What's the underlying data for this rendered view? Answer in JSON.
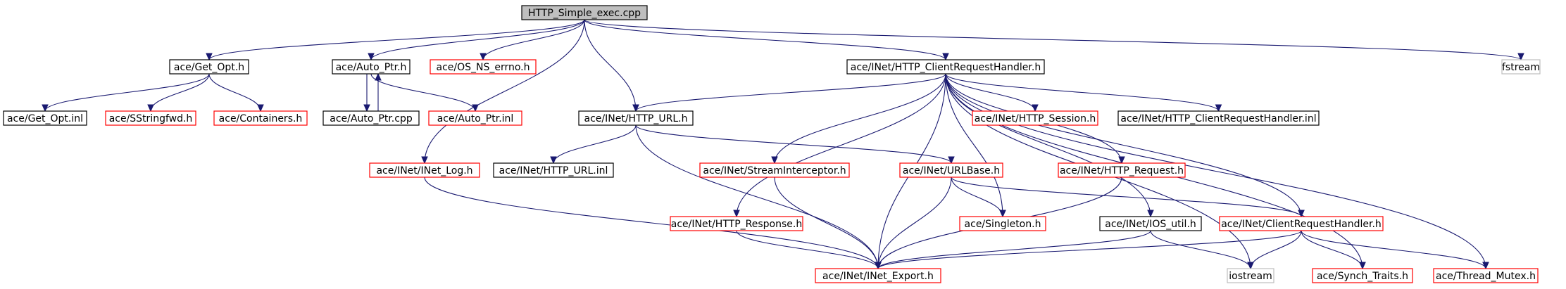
{
  "graph": {
    "colors": {
      "edge": "#191970",
      "border_default": "#000000",
      "border_missing": "#ff0000",
      "border_system": "#bfbfbf",
      "root_fill": "#bfbfbf",
      "node_fill": "#ffffff"
    },
    "nodes": [
      {
        "id": "root",
        "label": "HTTP_Simple_exec.cpp",
        "kind": "root"
      },
      {
        "id": "getopt_h",
        "label": "ace/Get_Opt.h",
        "kind": "normal"
      },
      {
        "id": "autoptr_h",
        "label": "ace/Auto_Ptr.h",
        "kind": "normal"
      },
      {
        "id": "os_ns_errno",
        "label": "ace/OS_NS_errno.h",
        "kind": "missing"
      },
      {
        "id": "crh_h",
        "label": "ace/INet/HTTP_ClientRequestHandler.h",
        "kind": "normal"
      },
      {
        "id": "fstream",
        "label": "fstream",
        "kind": "system"
      },
      {
        "id": "getopt_inl",
        "label": "ace/Get_Opt.inl",
        "kind": "normal"
      },
      {
        "id": "sstringfwd",
        "label": "ace/SStringfwd.h",
        "kind": "missing"
      },
      {
        "id": "containers",
        "label": "ace/Containers.h",
        "kind": "missing"
      },
      {
        "id": "autoptr_cpp",
        "label": "ace/Auto_Ptr.cpp",
        "kind": "normal"
      },
      {
        "id": "autoptr_inl",
        "label": "ace/Auto_Ptr.inl",
        "kind": "missing"
      },
      {
        "id": "http_url_h",
        "label": "ace/INet/HTTP_URL.h",
        "kind": "normal"
      },
      {
        "id": "http_session",
        "label": "ace/INet/HTTP_Session.h",
        "kind": "missing"
      },
      {
        "id": "crh_inl",
        "label": "ace/INet/HTTP_ClientRequestHandler.inl",
        "kind": "normal"
      },
      {
        "id": "inet_log",
        "label": "ace/INet/INet_Log.h",
        "kind": "missing"
      },
      {
        "id": "http_url_inl",
        "label": "ace/INet/HTTP_URL.inl",
        "kind": "normal"
      },
      {
        "id": "stream_int",
        "label": "ace/INet/StreamInterceptor.h",
        "kind": "missing"
      },
      {
        "id": "urlbase",
        "label": "ace/INet/URLBase.h",
        "kind": "missing"
      },
      {
        "id": "http_request",
        "label": "ace/INet/HTTP_Request.h",
        "kind": "missing"
      },
      {
        "id": "http_response",
        "label": "ace/INet/HTTP_Response.h",
        "kind": "missing"
      },
      {
        "id": "singleton",
        "label": "ace/Singleton.h",
        "kind": "missing"
      },
      {
        "id": "ios_util",
        "label": "ace/INet/IOS_util.h",
        "kind": "normal"
      },
      {
        "id": "client_rh",
        "label": "ace/INet/ClientRequestHandler.h",
        "kind": "missing"
      },
      {
        "id": "inet_export",
        "label": "ace/INet/INet_Export.h",
        "kind": "missing"
      },
      {
        "id": "iostream",
        "label": "iostream",
        "kind": "system"
      },
      {
        "id": "synch_traits",
        "label": "ace/Synch_Traits.h",
        "kind": "missing"
      },
      {
        "id": "thread_mutex",
        "label": "ace/Thread_Mutex.h",
        "kind": "missing"
      }
    ],
    "edges": [
      [
        "root",
        "getopt_h"
      ],
      [
        "root",
        "autoptr_h"
      ],
      [
        "root",
        "os_ns_errno"
      ],
      [
        "root",
        "crh_h"
      ],
      [
        "root",
        "fstream"
      ],
      [
        "root",
        "http_url_h"
      ],
      [
        "root",
        "inet_log"
      ],
      [
        "getopt_h",
        "getopt_inl"
      ],
      [
        "getopt_h",
        "sstringfwd"
      ],
      [
        "getopt_h",
        "containers"
      ],
      [
        "autoptr_h",
        "autoptr_cpp"
      ],
      [
        "autoptr_cpp",
        "autoptr_h"
      ],
      [
        "autoptr_h",
        "autoptr_inl"
      ],
      [
        "crh_h",
        "http_url_h"
      ],
      [
        "crh_h",
        "http_session"
      ],
      [
        "crh_h",
        "crh_inl"
      ],
      [
        "crh_h",
        "stream_int"
      ],
      [
        "crh_h",
        "http_request"
      ],
      [
        "crh_h",
        "http_response"
      ],
      [
        "crh_h",
        "singleton"
      ],
      [
        "crh_h",
        "ios_util"
      ],
      [
        "crh_h",
        "client_rh"
      ],
      [
        "crh_h",
        "inet_export"
      ],
      [
        "crh_h",
        "iostream"
      ],
      [
        "crh_h",
        "synch_traits"
      ],
      [
        "crh_h",
        "thread_mutex"
      ],
      [
        "http_url_h",
        "http_url_inl"
      ],
      [
        "http_url_h",
        "urlbase"
      ],
      [
        "http_url_h",
        "inet_export"
      ],
      [
        "inet_log",
        "inet_export"
      ],
      [
        "stream_int",
        "inet_export"
      ],
      [
        "urlbase",
        "singleton"
      ],
      [
        "urlbase",
        "inet_export"
      ],
      [
        "urlbase",
        "client_rh"
      ],
      [
        "http_request",
        "inet_export"
      ],
      [
        "http_response",
        "inet_export"
      ],
      [
        "ios_util",
        "inet_export"
      ],
      [
        "ios_util",
        "iostream"
      ],
      [
        "client_rh",
        "inet_export"
      ],
      [
        "client_rh",
        "iostream"
      ],
      [
        "client_rh",
        "synch_traits"
      ],
      [
        "client_rh",
        "thread_mutex"
      ]
    ]
  }
}
